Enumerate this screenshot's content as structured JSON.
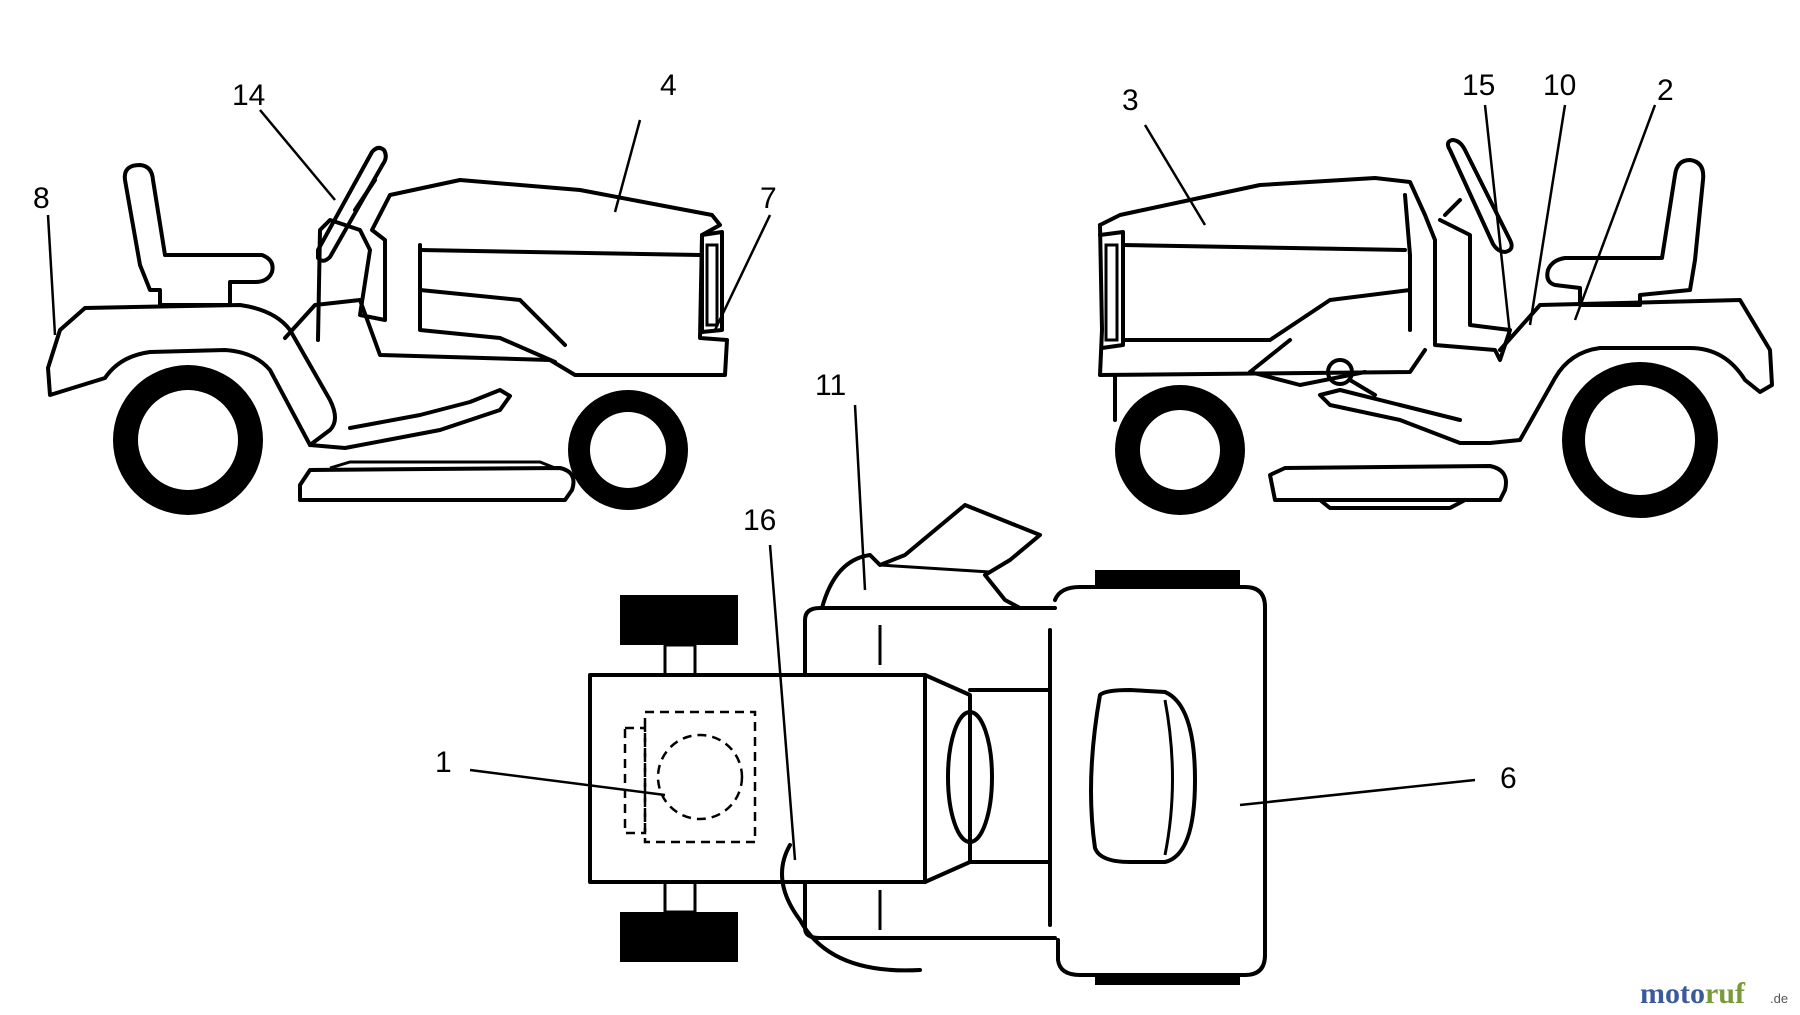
{
  "callouts": {
    "c1": "1",
    "c2": "2",
    "c3": "3",
    "c4": "4",
    "c6": "6",
    "c7": "7",
    "c8": "8",
    "c10": "10",
    "c11": "11",
    "c14": "14",
    "c15": "15",
    "c16": "16"
  },
  "watermark": {
    "part1": "moto",
    "part2": "ruf",
    "suffix": ".de",
    "colors": {
      "moto": "#3a5a9c",
      "ruf": "#7a9a3a"
    }
  }
}
